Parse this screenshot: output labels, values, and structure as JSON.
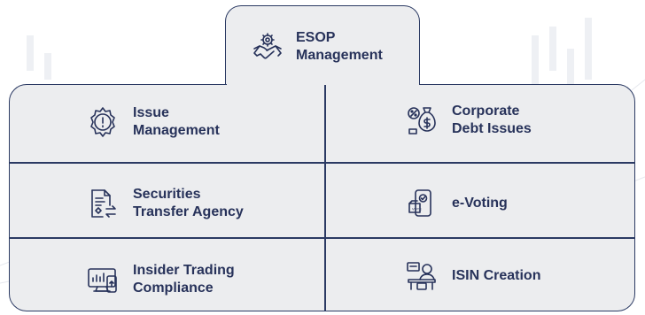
{
  "services": {
    "top": {
      "label": "ESOP\nManagement",
      "icon": "handshake-gear-icon"
    },
    "cells": [
      {
        "label": "Issue\nManagement",
        "icon": "gear-alert-icon"
      },
      {
        "label": "Corporate\nDebt Issues",
        "icon": "money-bag-percent-icon"
      },
      {
        "label": "Securities\nTransfer Agency",
        "icon": "document-transfer-icon"
      },
      {
        "label": "e-Voting",
        "icon": "vote-ballot-icon"
      },
      {
        "label": "Insider Trading\nCompliance",
        "icon": "monitor-chart-icon"
      },
      {
        "label": "ISIN Creation",
        "icon": "user-desk-icon"
      }
    ]
  },
  "colors": {
    "border": "#2b3a63",
    "card": "#ecedef",
    "text": "#27325a"
  }
}
